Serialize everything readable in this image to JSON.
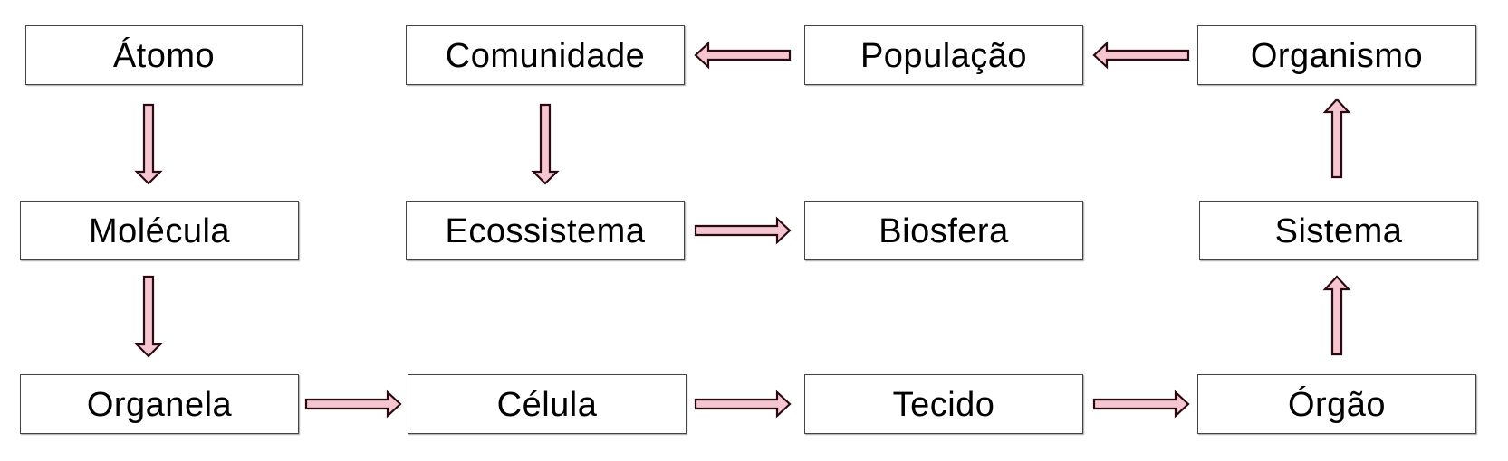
{
  "colors": {
    "arrow_fill": "#f5c6d0",
    "arrow_stroke": "#2a0a12",
    "box_border": "#444444",
    "text": "#000000"
  },
  "nodes": {
    "atomo": "Átomo",
    "molecula": "Molécula",
    "organela": "Organela",
    "celula": "Célula",
    "tecido": "Tecido",
    "orgao": "Órgão",
    "sistema": "Sistema",
    "organismo": "Organismo",
    "populacao": "População",
    "comunidade": "Comunidade",
    "ecossistema": "Ecossistema",
    "biosfera": "Biosfera"
  },
  "edges": [
    {
      "from": "atomo",
      "to": "molecula"
    },
    {
      "from": "molecula",
      "to": "organela"
    },
    {
      "from": "organela",
      "to": "celula"
    },
    {
      "from": "celula",
      "to": "tecido"
    },
    {
      "from": "tecido",
      "to": "orgao"
    },
    {
      "from": "orgao",
      "to": "sistema"
    },
    {
      "from": "sistema",
      "to": "organismo"
    },
    {
      "from": "organismo",
      "to": "populacao"
    },
    {
      "from": "populacao",
      "to": "comunidade"
    },
    {
      "from": "comunidade",
      "to": "ecossistema"
    },
    {
      "from": "ecossistema",
      "to": "biosfera"
    }
  ]
}
